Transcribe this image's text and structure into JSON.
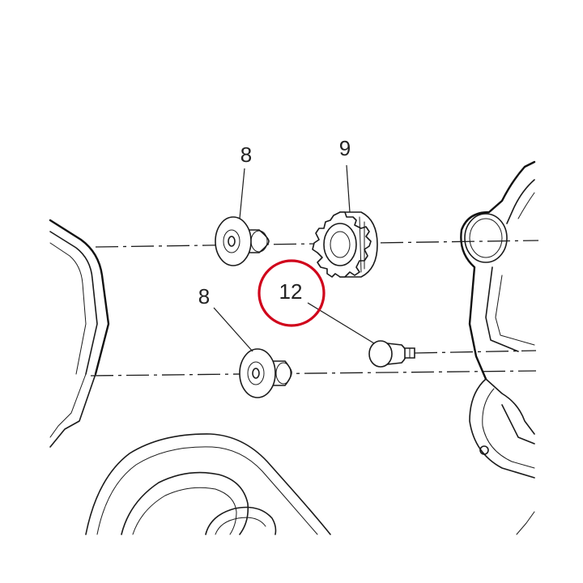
{
  "callouts": {
    "top_washer": "8",
    "gear": "9",
    "bottom_washer": "8",
    "pin": "12"
  },
  "highlight": {
    "color": "#d0021b",
    "target": "12"
  },
  "colors": {
    "line": "#1a1a1a",
    "background": "#ffffff"
  }
}
